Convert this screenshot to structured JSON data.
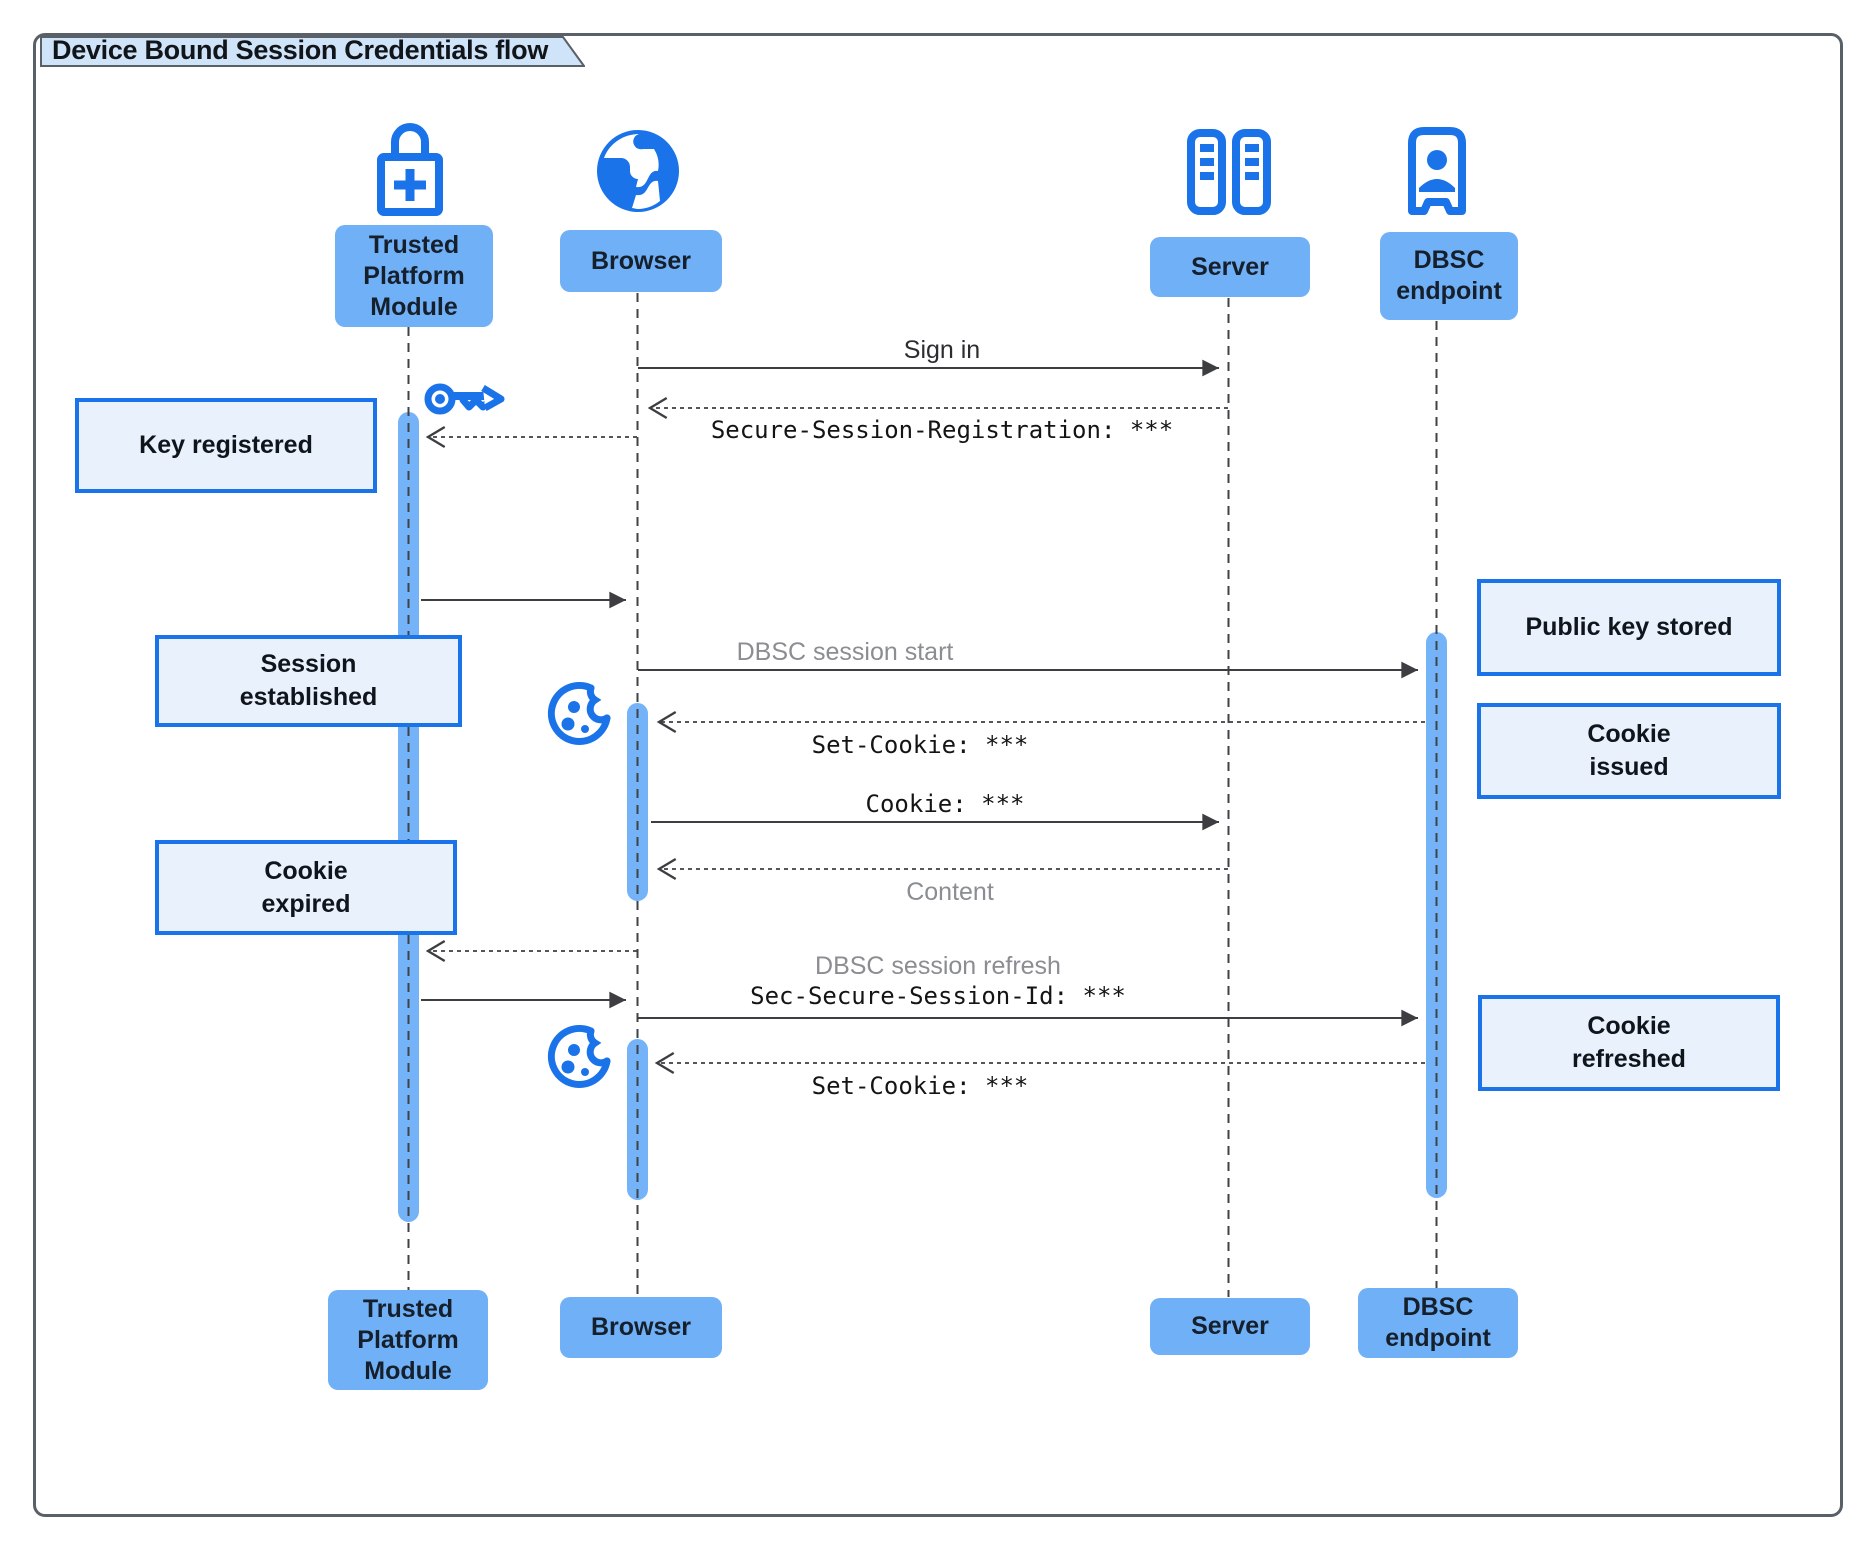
{
  "title": "Device Bound Session Credentials flow",
  "participants": {
    "tpm": {
      "label": "Trusted\nPlatform\nModule",
      "icon": "lock-plus-icon"
    },
    "browser": {
      "label": "Browser",
      "icon": "globe-icon"
    },
    "server": {
      "label": "Server",
      "icon": "server-icon"
    },
    "dbsc": {
      "label": "DBSC\nendpoint",
      "icon": "endpoint-booth-icon"
    }
  },
  "messages": {
    "sign_in": "Sign in",
    "secure_session_registration": "Secure-Session-Registration: ***",
    "dbsc_session_start": "DBSC session start",
    "set_cookie_1": "Set-Cookie: ***",
    "cookie": "Cookie: ***",
    "content": "Content",
    "dbsc_session_refresh": "DBSC session refresh",
    "sec_secure_session_id": "Sec-Secure-Session-Id: ***",
    "set_cookie_2": "Set-Cookie: ***"
  },
  "notes": {
    "key_registered": "Key registered",
    "session_established": "Session\nestablished",
    "cookie_expired": "Cookie\nexpired",
    "public_key_stored": "Public key stored",
    "cookie_issued": "Cookie\nissued",
    "cookie_refreshed": "Cookie\nrefreshed"
  },
  "colors": {
    "accent_blue": "#1a73e8",
    "participant_fill": "#70b0f6",
    "activation_fill": "#74b3f8",
    "note_fill": "#e9f1fd",
    "note_border": "#1a73e8",
    "title_fill": "#cfe3f9",
    "frame_border": "#5a6067",
    "line_color": "#3c3e41",
    "muted_text": "#8a8d91"
  }
}
